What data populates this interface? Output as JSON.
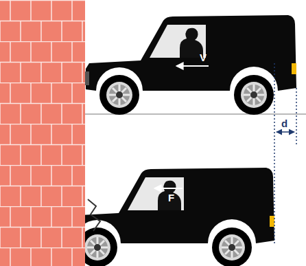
{
  "diagram": {
    "labels": [
      "V",
      "F",
      "d"
    ]
  }
}
